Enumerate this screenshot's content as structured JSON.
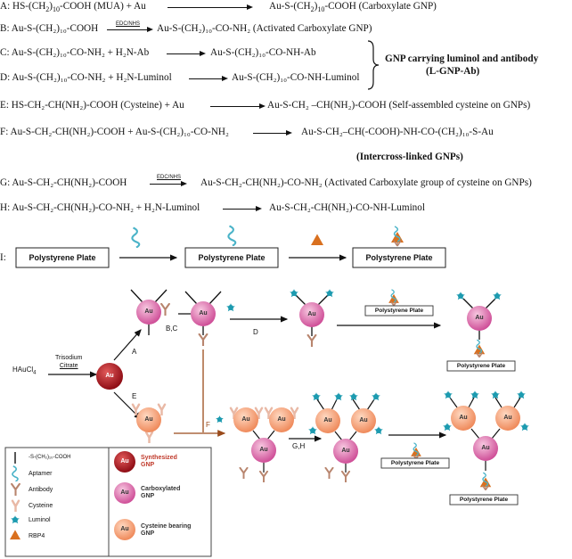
{
  "reactions": {
    "A": {
      "prefix": "A: HS-(CH",
      "p2": ")",
      "p3": "-COOH (MUA) + Au",
      "product_a": "Au-S-(CH",
      "product_b": ")",
      "product_c": "-COOH (Carboxylate GNP)"
    },
    "B": {
      "left": "B: Au-S-(CH₂)₁₀-COOH",
      "arrow_label": "EDC/NHS",
      "right": "Au-S-(CH₂)₁₀-CO-NH₂ (Activated Carboxylate GNP)"
    },
    "C": {
      "left": "C: Au-S-(CH₂)₁₀-CO-NH₂ + H₂N-Ab",
      "right": "Au-S-(CH₂)₁₀-CO-NH-Ab"
    },
    "D": {
      "left": "D: Au-S-(CH₂)₁₀-CO-NH₂ + H₂N-Luminol",
      "right": "Au-S-(CH₂)₁₀-CO-NH-Luminol"
    },
    "E": {
      "left": "E: HS-CH₂-CH(NH₂)-COOH (Cysteine) + Au",
      "right": "Au-S-CH₂ –CH(NH₂)-COOH (Self-assembled cysteine on GNPs)"
    },
    "F": {
      "left": "F: Au-S-CH₂-CH(NH₂)-COOH + Au-S-(CH₂)₁₀-CO-NH₂",
      "right": "Au-S-CH₂–CH(-COOH)-NH-CO-(CH₂)₁₀-S-Au"
    },
    "G": {
      "left": "G: Au-S-CH₂-CH(NH₂)-COOH",
      "arrow_label": "EDC/NHS",
      "right": "Au-S-CH₂-CH(NH₂)-CO-NH₂  (Activated Carboxylate group of  cysteine on GNPs)"
    },
    "H": {
      "left": "H: Au-S-CH₂-CH(NH₂)-CO-NH₂ + H₂N-Luminol",
      "right": "Au-S-CH₂-CH(NH₂)-CO-NH-Luminol"
    },
    "I": {
      "label": "I:"
    }
  },
  "group_label_1": "GNP carrying luminol and antibody",
  "group_label_2": "(L-GNP-Ab)",
  "intercross_label": "(Intercross-linked GNPs)",
  "plate_label": "Polystyrene Plate",
  "scheme": {
    "haucl4": "HAuCl",
    "haucl4_sub": "4",
    "trisodium_1": "Trisodium",
    "trisodium_2": "Citrate",
    "step_A": "A",
    "step_BC": "B,C",
    "step_D": "D",
    "step_E": "E",
    "step_F": "F",
    "step_GH": "G,H",
    "au": "Au"
  },
  "legend": {
    "linker": "-S-(CH₂)₁₀-COOH",
    "aptamer": "Aptamer",
    "antibody": "Antibody",
    "cysteine": "Cysteine",
    "luminol": "Luminol",
    "rbp4": "RBP4",
    "synth_1": "Synthesized",
    "synth_2": "GNP",
    "carb_1": "Carboxylated",
    "carb_2": "GNP",
    "cys_1": "Cysteine bearing",
    "cys_2": "GNP"
  },
  "colors": {
    "synth_gnp": "#b3131b",
    "carb_gnp": "#e07fb2",
    "cys_gnp": "#f6a67f",
    "luminol": "#1d9bb0",
    "antibody": "#b8856e",
    "rbp4": "#d9701f",
    "aptamer": "#4ab3c8",
    "arrow_brown": "#9a4a1a"
  }
}
